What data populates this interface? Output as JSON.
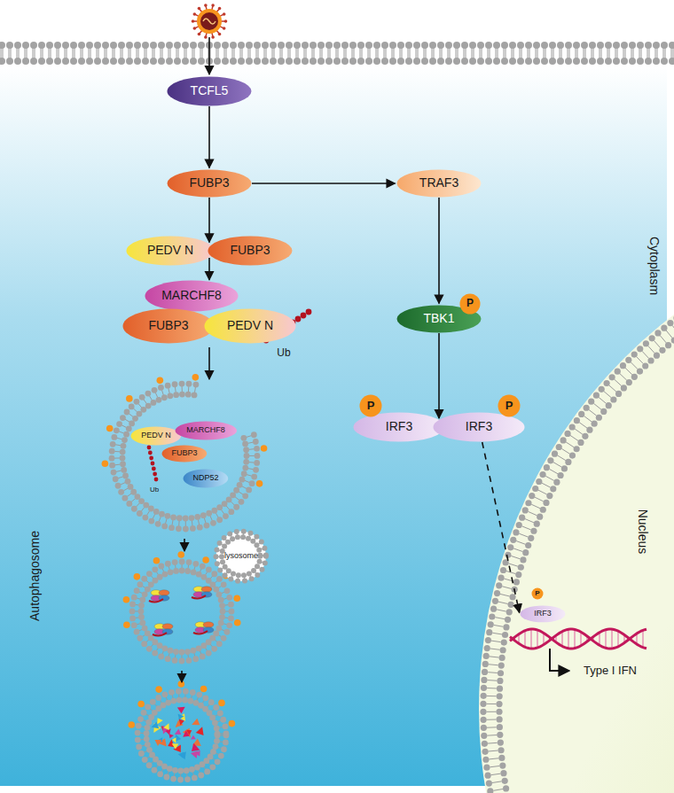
{
  "diagram": {
    "nodes": [
      {
        "text": [
          "TCFL5"
        ]
      },
      {
        "text": [
          "FUBP3"
        ]
      },
      {
        "text": [
          "PEDV N"
        ]
      },
      {
        "text": [
          "FUBP3"
        ]
      },
      {
        "text": [
          "MARCHF8"
        ]
      },
      {
        "text": [
          "FUBP3"
        ]
      },
      {
        "text": [
          "PEDV N"
        ]
      },
      {
        "text": [
          "PEDV N"
        ]
      },
      {
        "text": [
          "MARCHF8"
        ]
      },
      {
        "text": [
          "FUBP3"
        ]
      },
      {
        "text": [
          "NDP52"
        ]
      },
      {
        "text": [
          "lysosome"
        ]
      },
      {
        "text": [
          "TRAF3"
        ]
      },
      {
        "text": [
          "TBK1"
        ]
      },
      {
        "text": [
          "P"
        ]
      },
      {
        "text": [
          "P"
        ]
      },
      {
        "text": [
          "P"
        ]
      },
      {
        "text": [
          "IRF3"
        ]
      },
      {
        "text": [
          "IRF3"
        ]
      },
      {
        "text": [
          "P"
        ]
      },
      {
        "text": [
          "IRF3"
        ]
      }
    ],
    "edges": [
      {
        "from": 0,
        "to": 1,
        "arrow": "to"
      },
      {
        "from": 1,
        "to": 2,
        "arrow": "to"
      },
      {
        "from": 2,
        "to": 4,
        "arrow": "to"
      },
      {
        "from": 1,
        "to": 12,
        "arrow": "to"
      },
      {
        "from": 12,
        "to": 13,
        "arrow": "to"
      },
      {
        "from": 13,
        "to": 17,
        "arrow": "to"
      },
      {
        "from": 18,
        "to": 20,
        "arrow": "to"
      }
    ],
    "labels": [
      "Ub",
      "Ub",
      "Autophagosome",
      "Cytoplasm",
      "Nucleus",
      "Type I IFN"
    ]
  }
}
